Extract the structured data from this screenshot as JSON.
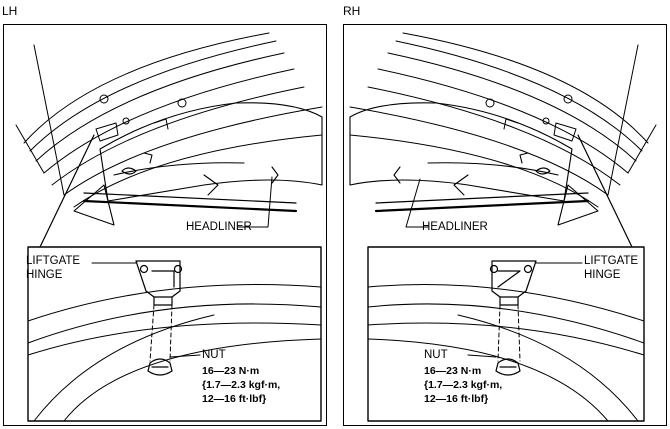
{
  "panels": {
    "left": {
      "side": "LH",
      "headliner": "HEADLINER",
      "hinge_line1": "LIFTGATE",
      "hinge_line2": "HINGE",
      "nut": "NUT",
      "torque1": "16—23 N·m",
      "torque2": "{1.7—2.3 kgf·m,",
      "torque3": "12—16 ft·lbf}"
    },
    "right": {
      "side": "RH",
      "headliner": "HEADLINER",
      "hinge_line1": "LIFTGATE",
      "hinge_line2": "HINGE",
      "nut": "NUT",
      "torque1": "16—23 N·m",
      "torque2": "{1.7—2.3 kgf·m,",
      "torque3": "12—16 ft·lbf}"
    }
  },
  "colors": {
    "line": "#000000",
    "background": "#ffffff"
  }
}
